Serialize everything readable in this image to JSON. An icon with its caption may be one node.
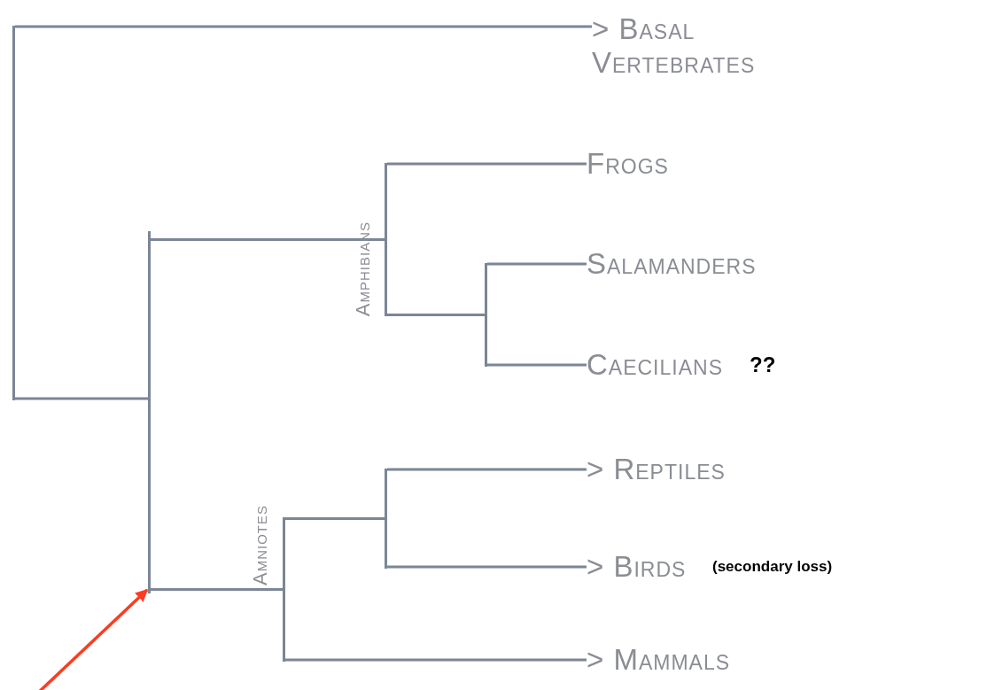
{
  "diagram": {
    "nodes": [
      {
        "text": [
          "> Basal Vertebrates"
        ]
      },
      {
        "text": [
          "Frogs"
        ]
      },
      {
        "text": [
          "Salamanders"
        ]
      },
      {
        "text": [
          "Caecilians"
        ],
        "beside": [
          "??"
        ]
      },
      {
        "text": [
          "> Reptiles"
        ]
      },
      {
        "text": [
          "> Birds"
        ],
        "beside": [
          "(secondary loss)"
        ]
      },
      {
        "text": [
          "> Mammals"
        ]
      },
      {
        "text": [],
        "shape": "bar"
      },
      {
        "text": [],
        "shape": "bar"
      },
      {
        "text": [],
        "shape": "bar"
      },
      {
        "text": [],
        "shape": "bar",
        "beside": [
          "Amphibians"
        ]
      },
      {
        "text": [],
        "shape": "bar",
        "beside": [
          "Amniotes"
        ]
      },
      {
        "text": [],
        "shape": "bar"
      }
    ],
    "edges": [
      {
        "from": 7,
        "to": 0,
        "arrow": "none"
      },
      {
        "from": 7,
        "to": 8,
        "arrow": "none"
      },
      {
        "from": 8,
        "to": 10,
        "arrow": "none"
      },
      {
        "from": 8,
        "to": 11,
        "arrow": "none"
      },
      {
        "from": 10,
        "to": 1,
        "arrow": "none"
      },
      {
        "from": 10,
        "to": 9,
        "arrow": "none"
      },
      {
        "from": 9,
        "to": 2,
        "arrow": "none"
      },
      {
        "from": 9,
        "to": 3,
        "arrow": "none"
      },
      {
        "from": 11,
        "to": 12,
        "arrow": "none"
      },
      {
        "from": 11,
        "to": 6,
        "arrow": "none"
      },
      {
        "from": 12,
        "to": 4,
        "arrow": "none"
      },
      {
        "from": 12,
        "to": 5,
        "arrow": "none"
      },
      {
        "from": null,
        "to": 8,
        "arrow": "to",
        "color": "#ff3b1f"
      }
    ]
  }
}
